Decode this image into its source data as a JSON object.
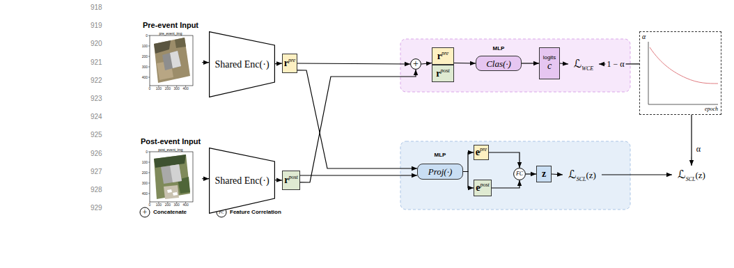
{
  "diagram": {
    "nodes": [
      {
        "text": [
          "Pre-event Input",
          "pre_event_img"
        ]
      },
      {
        "text": [
          "Post-event Input",
          "post_event_img"
        ]
      },
      {
        "text": [
          "Shared Enc(·)"
        ]
      },
      {
        "text": [
          "Shared Enc(·)"
        ]
      },
      {
        "text": [
          "r",
          "pre"
        ]
      },
      {
        "text": [
          "r",
          "post"
        ]
      },
      {
        "text": [
          "+"
        ]
      },
      {
        "text": [
          "r",
          "pre"
        ]
      },
      {
        "text": [
          "r",
          "post"
        ]
      },
      {
        "text": [
          "MLP",
          "Clas(·)"
        ]
      },
      {
        "text": [
          "logits",
          "c"
        ]
      },
      {
        "text": [
          "ℒ",
          "WCE"
        ]
      },
      {
        "text": [
          "α",
          "epoch"
        ]
      },
      {
        "text": [
          "MLP",
          "Proj(·)"
        ]
      },
      {
        "text": [
          "e",
          "pre"
        ]
      },
      {
        "text": [
          "e",
          "post"
        ]
      },
      {
        "text": [
          "FC"
        ]
      },
      {
        "text": [
          "z"
        ]
      },
      {
        "text": [
          "ℒ",
          "SCL",
          "(z)"
        ]
      },
      {
        "text": [
          "ℒ",
          "SCL",
          "(z)"
        ]
      }
    ],
    "edges": [
      {
        "from": 0,
        "to": 2,
        "arrow": "to"
      },
      {
        "from": 2,
        "to": 4,
        "arrow": "to"
      },
      {
        "from": 1,
        "to": 3,
        "arrow": "to"
      },
      {
        "from": 3,
        "to": 5,
        "arrow": "to"
      },
      {
        "from": 4,
        "to": 6,
        "arrow": "to"
      },
      {
        "from": 5,
        "to": 6,
        "arrow": "to"
      },
      {
        "from": 4,
        "to": 13,
        "arrow": "to"
      },
      {
        "from": 5,
        "to": 13,
        "arrow": "to"
      },
      {
        "from": 6,
        "to": 7,
        "arrow": "to"
      },
      {
        "from": 7,
        "to": 9,
        "arrow": "to"
      },
      {
        "from": 9,
        "to": 10,
        "arrow": "to"
      },
      {
        "from": 10,
        "to": 11,
        "arrow": "to"
      },
      {
        "from": 12,
        "to": 11,
        "arrow": "to",
        "label": "1 − α"
      },
      {
        "from": 13,
        "to": 14,
        "arrow": "to"
      },
      {
        "from": 13,
        "to": 15,
        "arrow": "to"
      },
      {
        "from": 14,
        "to": 16,
        "arrow": "to"
      },
      {
        "from": 15,
        "to": 16,
        "arrow": "to"
      },
      {
        "from": 16,
        "to": 17,
        "arrow": "to"
      },
      {
        "from": 17,
        "to": 18,
        "arrow": "to"
      },
      {
        "from": 18,
        "to": 19,
        "arrow": "to"
      },
      {
        "from": 12,
        "to": 19,
        "arrow": "to",
        "label": "α"
      }
    ],
    "labels": [
      "918",
      "919",
      "920",
      "921",
      "922",
      "923",
      "924",
      "925",
      "926",
      "927",
      "928",
      "929",
      "0",
      "100",
      "200",
      "300",
      "400",
      "0",
      "100",
      "200",
      "300",
      "400",
      "0",
      "100",
      "200",
      "300",
      "400",
      "0",
      "100",
      "200",
      "300",
      "400",
      "+",
      "FC"
    ],
    "legend": [
      {
        "text": "Concatenate"
      },
      {
        "text": "Feature Correlation"
      }
    ]
  }
}
